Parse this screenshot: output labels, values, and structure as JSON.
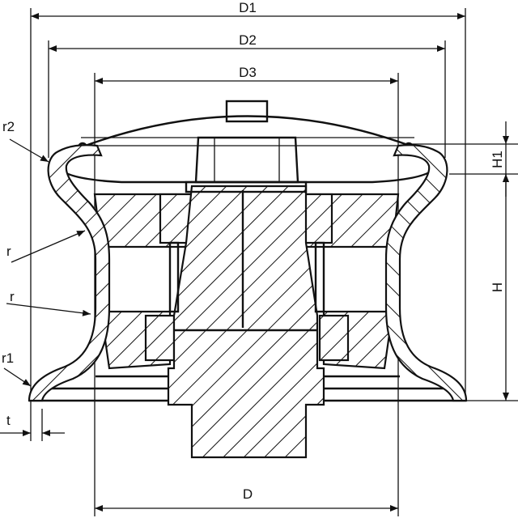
{
  "drawing": {
    "title": "Capstan cross-section dimension drawing",
    "dimensions": {
      "d1": "D1",
      "d2": "D2",
      "d3": "D3",
      "d": "D",
      "h1": "H1",
      "h": "H",
      "t": "t",
      "r2": "r2",
      "r_upper": "r",
      "r_lower": "r",
      "r1": "r1"
    },
    "colors": {
      "line": "#111111",
      "background": "#ffffff"
    }
  }
}
